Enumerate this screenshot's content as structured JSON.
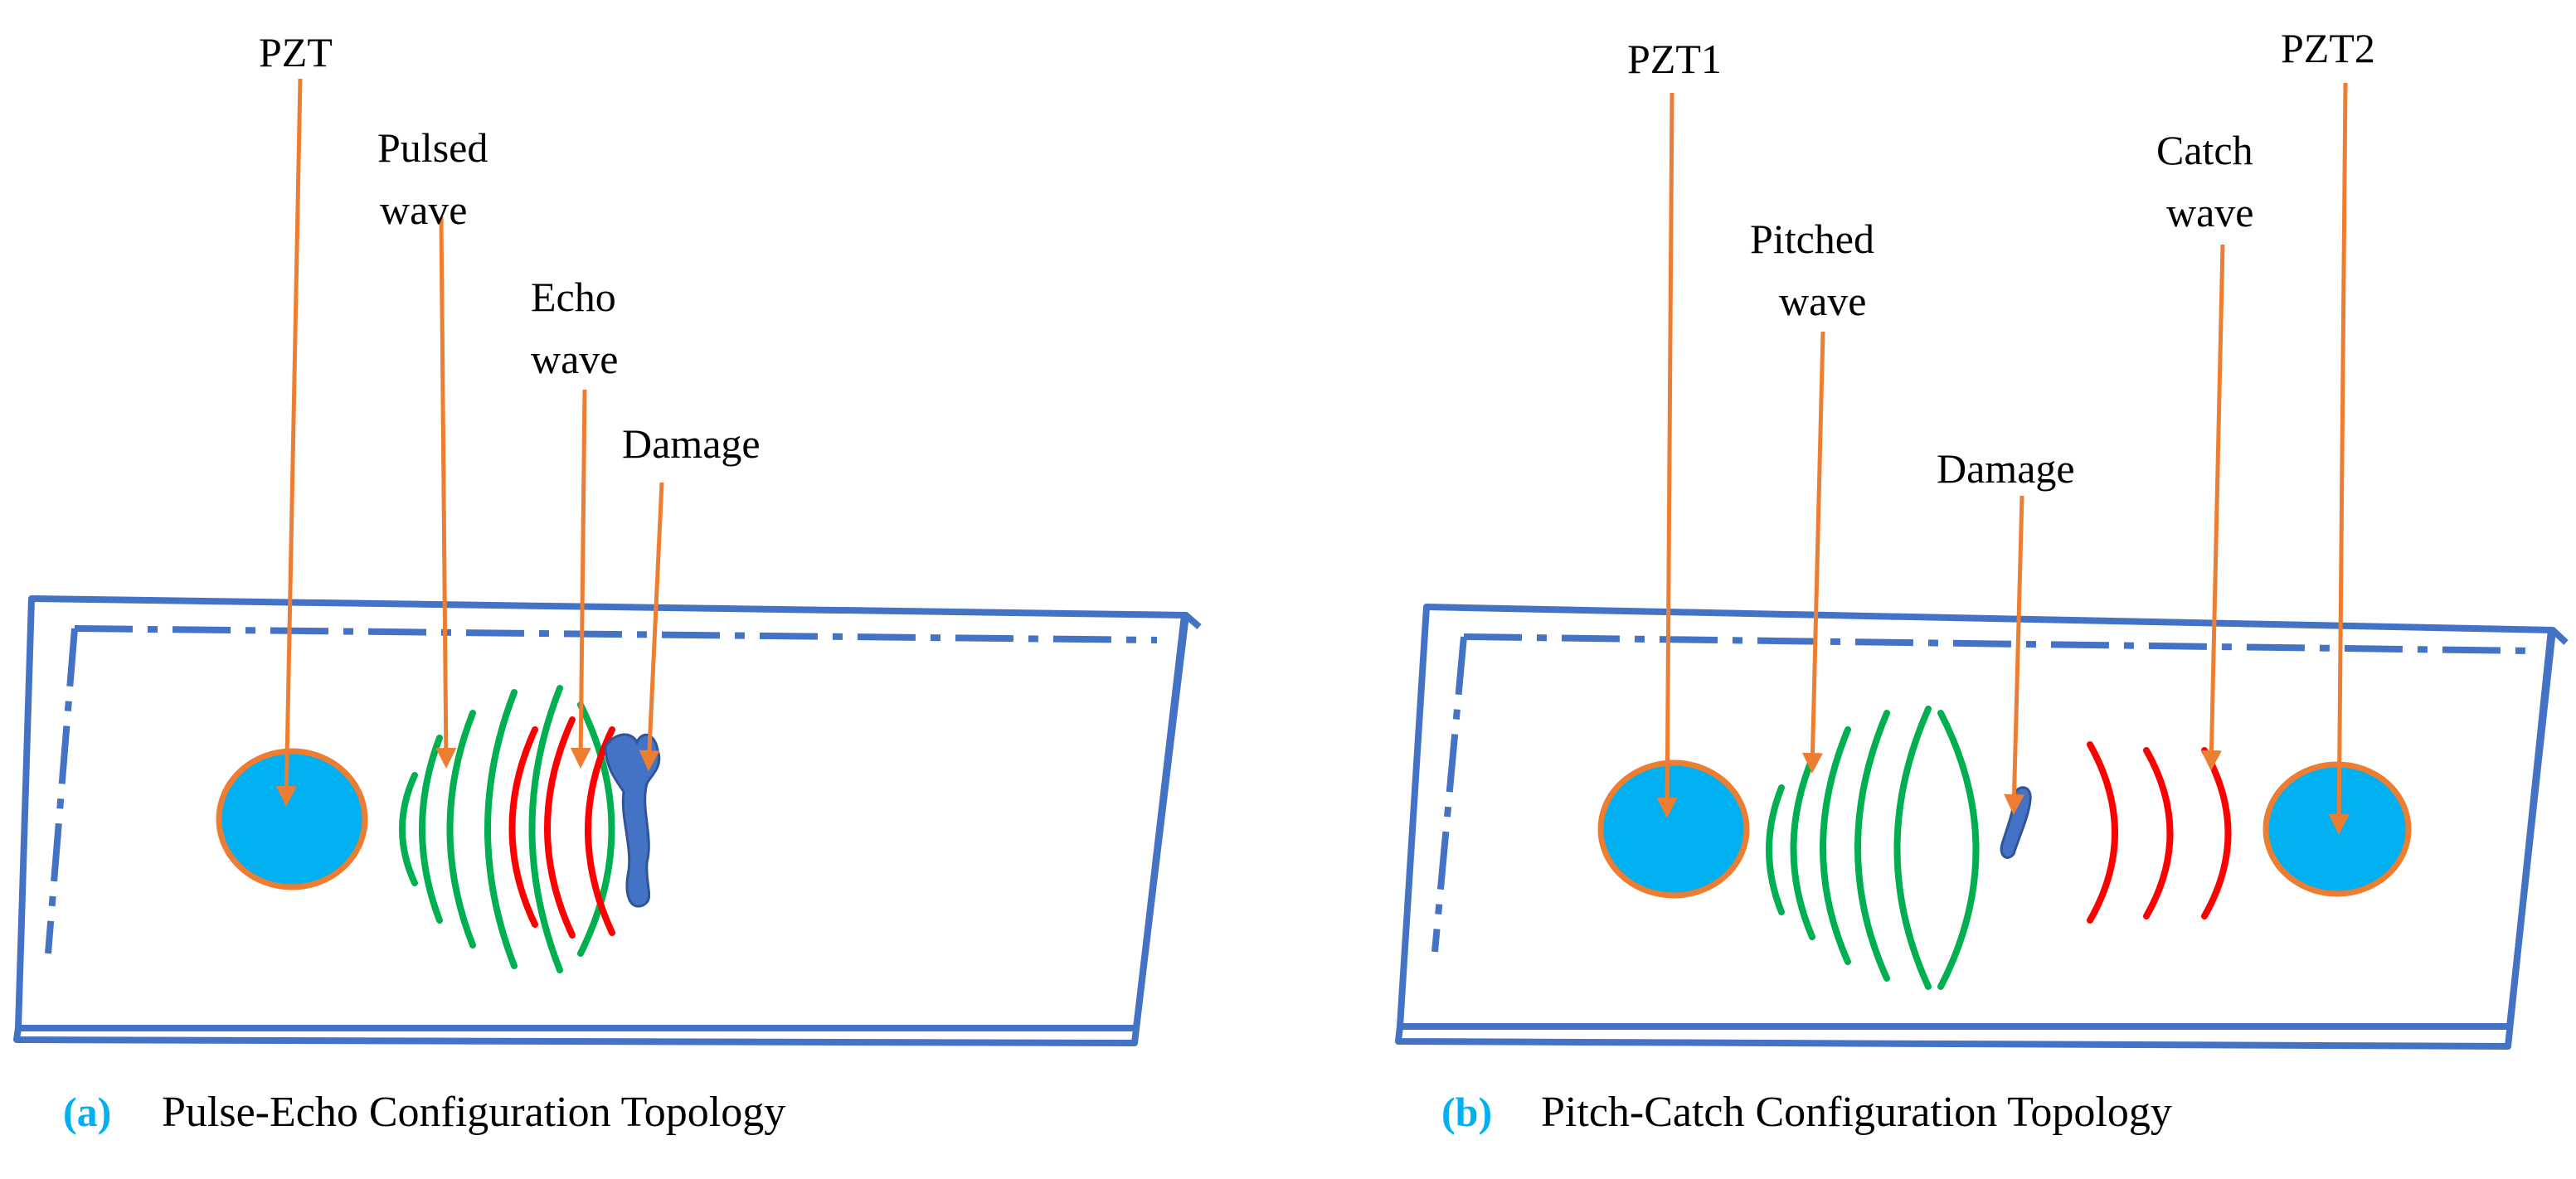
{
  "colors": {
    "plate": "#4472C4",
    "arrow": "#ED7D31",
    "pzt_fill": "#00B0F0",
    "pzt_border": "#ED7D31",
    "wave_out": "#00B050",
    "wave_back": "#FF0000",
    "damage": "#4472C4",
    "caption_letter": "#00B0F0"
  },
  "panels": [
    {
      "caption_letter": "(a)",
      "caption_text": "Pulse-Echo Configuration Topology",
      "labels": {
        "pzt": "PZT",
        "pulsed": [
          "Pulsed",
          "wave"
        ],
        "echo": [
          "Echo",
          "wave"
        ],
        "damage": "Damage"
      }
    },
    {
      "caption_letter": "(b)",
      "caption_text": "Pitch-Catch Configuration Topology",
      "labels": {
        "pzt1": "PZT1",
        "pitched": [
          "Pitched",
          "wave"
        ],
        "damage": "Damage",
        "catch": [
          "Catch",
          "wave"
        ],
        "pzt2": "PZT2"
      }
    }
  ]
}
